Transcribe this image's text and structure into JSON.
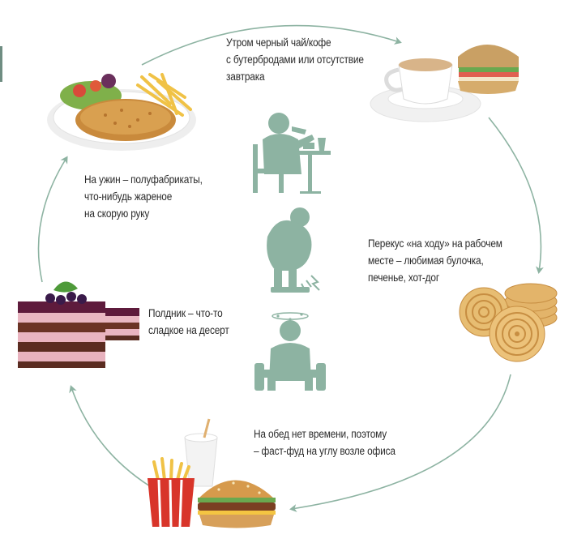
{
  "colors": {
    "arrow": "#8db3a2",
    "figure": "#8db3a2",
    "text": "#2b2b2b",
    "accent_bar": "#6f8d82"
  },
  "captions": {
    "morning": [
      "Утром черный чай/кофе",
      "с бутербродами или отсутствие",
      "завтрака"
    ],
    "snack": [
      "Перекус «на ходу» на рабочем",
      "месте – любимая булочка,",
      "печенье, хот-дог"
    ],
    "lunch": [
      "На обед нет времени, поэтому",
      "– фаст-фуд на углу возле офиса"
    ],
    "afternoon": [
      "Полдник – что-то",
      "сладкое на десерт"
    ],
    "dinner": [
      "На ужин – полуфабрикаты,",
      "что-нибудь жареное",
      "на скорую руку"
    ]
  },
  "icons": {
    "morning": "coffee-sandwich-icon",
    "snack": "cookies-icon",
    "lunch": "fast-food-icon",
    "afternoon": "cake-icon",
    "dinner": "schnitzel-plate-icon",
    "center_top": "person-eating-icon",
    "center_middle": "overweight-on-scale-icon",
    "center_bottom": "dizzy-person-icon"
  }
}
